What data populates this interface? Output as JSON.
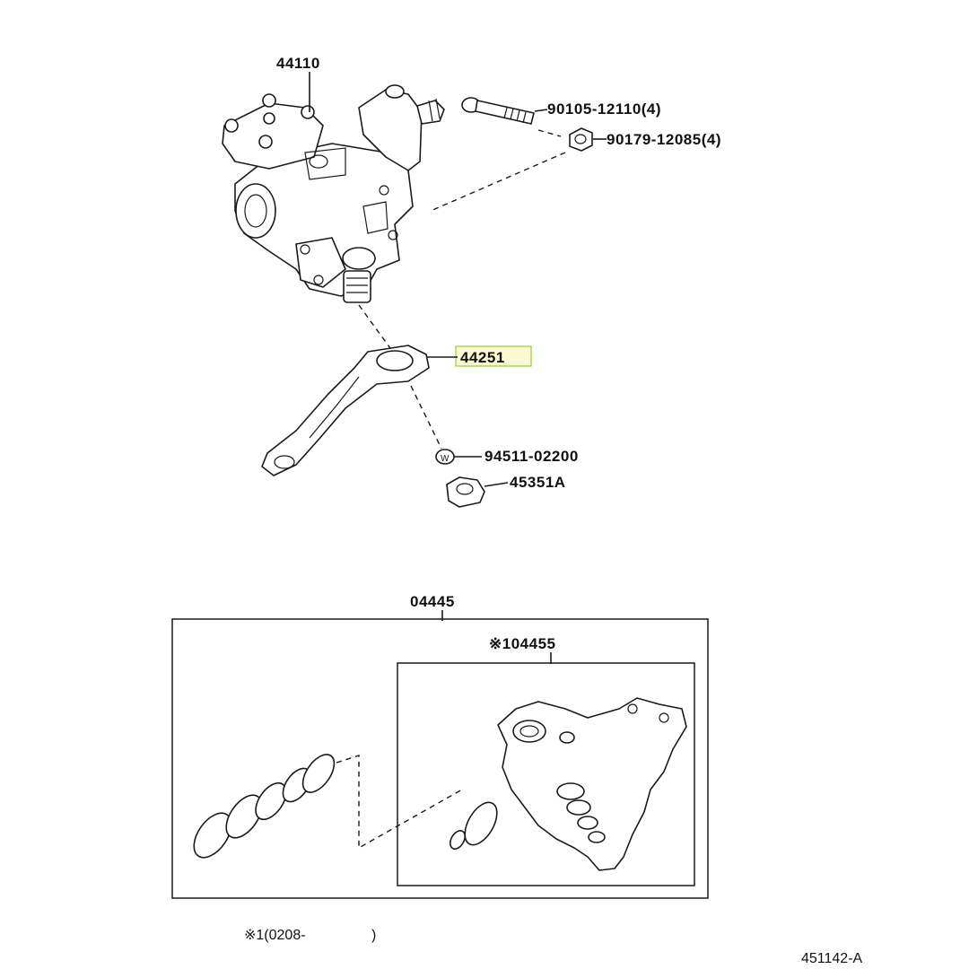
{
  "callouts": {
    "gear_assy": "44110",
    "bolt": "90105-12110(4)",
    "washer_nut": "90179-12085(4)",
    "pitman_arm": "44251",
    "lock_washer": "94511-02200",
    "nut": "45351A",
    "gasket_kit": "04445",
    "sub_kit": "※104455"
  },
  "footnote": {
    "text": "※1(0208-",
    "close": ")"
  },
  "diagram_ref": "451142-A",
  "highlight_color": "#fafad2",
  "highlight_border": "#9acd32"
}
